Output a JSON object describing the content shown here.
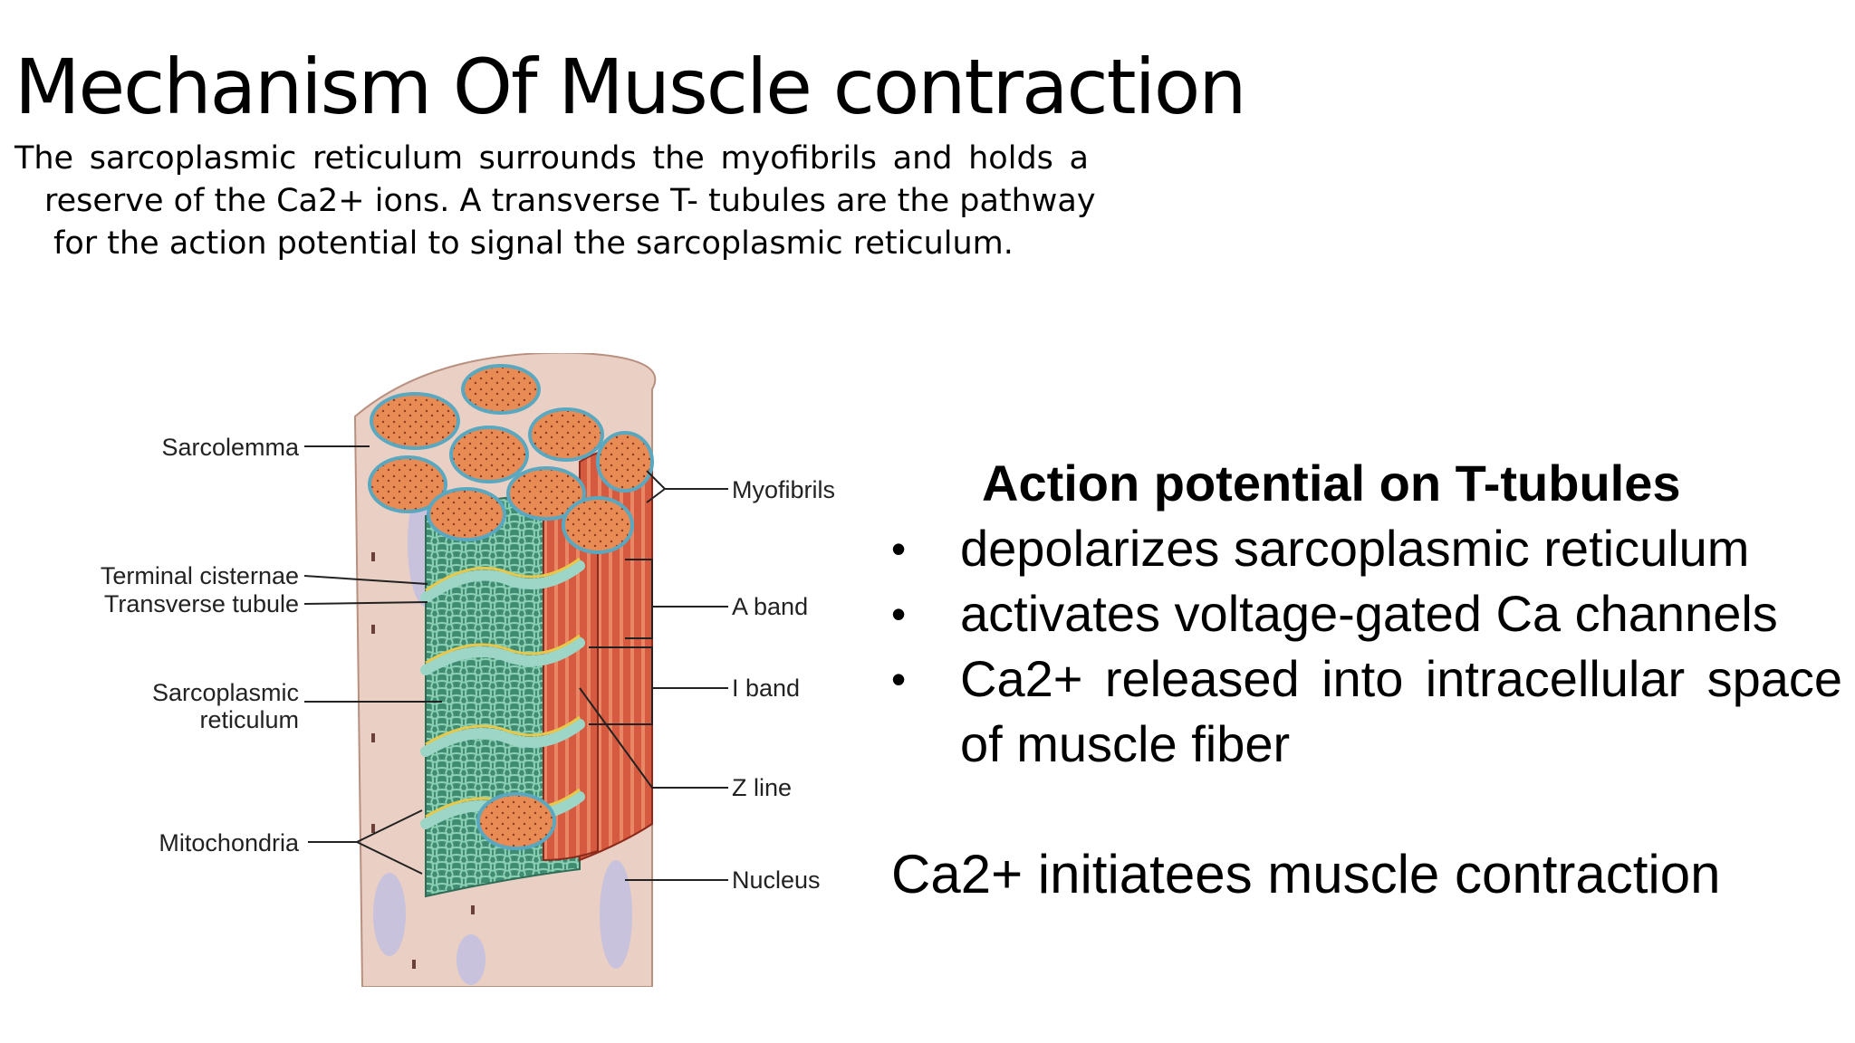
{
  "slide": {
    "title": "Mechanism Of Muscle contraction",
    "intro_lines": [
      "The sarcoplasmic reticulum surrounds the myofibrils and holds a",
      "reserve of the Ca2+ ions. A transverse T- tubules are the pathway",
      "for the action potential to signal the sarcoplasmic reticulum."
    ]
  },
  "diagram": {
    "labels": {
      "sarcolemma": "Sarcolemma",
      "terminal_cisternae": "Terminal cisternae",
      "transverse_tubule": "Transverse tubule",
      "sarcoplasmic": "Sarcoplasmic",
      "reticulum": "reticulum",
      "mitochondria": "Mitochondria",
      "myofibrils": "Myofibrils",
      "a_band": "A band",
      "i_band": "I band",
      "z_line": "Z line",
      "nucleus": "Nucleus"
    },
    "colors": {
      "fiber_wall": "#ead0c4",
      "myofibril_end": "#e98c56",
      "myofibril_side": "#d0553c",
      "reticulum": "#5aa58a",
      "t_tubule": "#a6d8cc",
      "mitochondria": "#c8c2dc"
    }
  },
  "panel": {
    "heading": "Action potential on T-tubules",
    "bullet_symbol": "•",
    "bullets": [
      "depolarizes sarcoplasmic reticulum",
      "activates voltage-gated Ca channels",
      "Ca2+ released into intracellular space of muscle fiber"
    ]
  },
  "conclusion": "Ca2+ initiatees muscle contraction"
}
